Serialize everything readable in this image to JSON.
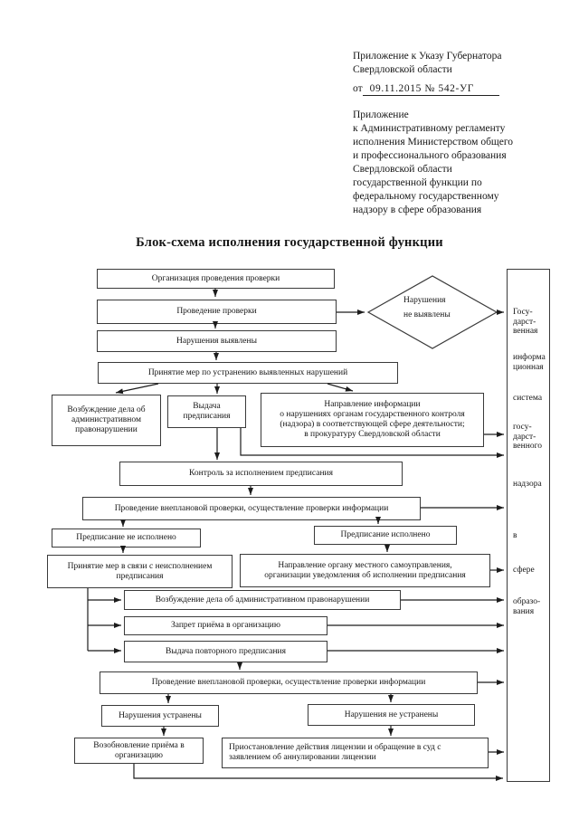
{
  "doc": {
    "header": {
      "appendix1": [
        "Приложение к Указу Губернатора",
        "Свердловской области"
      ],
      "decree_prefix": "от",
      "decree_value": "09.11.2015 № 542-УГ",
      "appendix2": [
        "Приложение",
        "к Административному регламенту",
        "исполнения Министерством общего",
        "и профессионального образования",
        "Свердловской области",
        "государственной функции по",
        "федеральному государственному",
        "надзору в сфере образования"
      ]
    },
    "title": "Блок-схема исполнения государственной функции"
  },
  "flowchart": {
    "nodes": {
      "org_check": "Организация проведения проверки",
      "conduct_check": "Проведение проверки",
      "violations_found": "Нарушения выявлены",
      "take_measures": "Принятие мер по устранению выявленных нарушений",
      "admin_case_1": [
        "Возбуждение дела об",
        "административном",
        "правонарушении"
      ],
      "issue_order": [
        "Выдача",
        "предписания"
      ],
      "send_info": [
        "Направление информации",
        "о нарушениях органам государственного контроля",
        "(надзора) в соответствующей сфере деятельности;",
        "в прокуратуру Свердловской области"
      ],
      "control_exec": "Контроль за исполнением предписания",
      "unplanned_check_1": "Проведение внеплановой проверки, осуществление проверки информации",
      "order_not_executed": "Предписание не исполнено",
      "order_executed": "Предписание исполнено",
      "measures_nonexec": [
        "Принятие мер в связи с неисполнением",
        "предписания"
      ],
      "notify_lsg": [
        "Направление органу местного самоуправления,",
        "организации уведомления об исполнении предписания"
      ],
      "admin_case_2": "Возбуждение дела об административном правонарушении",
      "admission_ban": "Запрет приёма в организацию",
      "repeat_order": "Выдача повторного предписания",
      "unplanned_check_2": "Проведение внеплановой проверки, осуществление проверки информации",
      "violations_eliminated": "Нарушения устранены",
      "violations_not_eliminated": "Нарушения не устранены",
      "admission_resume": [
        "Возобновление приёма в",
        "организацию"
      ],
      "license_suspend": [
        "Приостановление действия лицензии и обращение в суд с",
        "заявлением об аннулировании лицензии"
      ]
    },
    "decision": {
      "lines": [
        "Нарушения",
        "не выявлены"
      ]
    },
    "gis": {
      "segments": [
        [
          "Госу-",
          "дарст-",
          "венная"
        ],
        [
          "информа",
          "ционная"
        ],
        [
          "система"
        ],
        [
          "госу-",
          "дарст-",
          "венного"
        ],
        [
          "надзора"
        ],
        [
          "в"
        ],
        [
          "сфере"
        ],
        [
          "образо-",
          "вания"
        ]
      ]
    }
  },
  "colors": {
    "line": "#1c1c1c",
    "border": "#3a3a3a",
    "paper": "#ffffff"
  }
}
